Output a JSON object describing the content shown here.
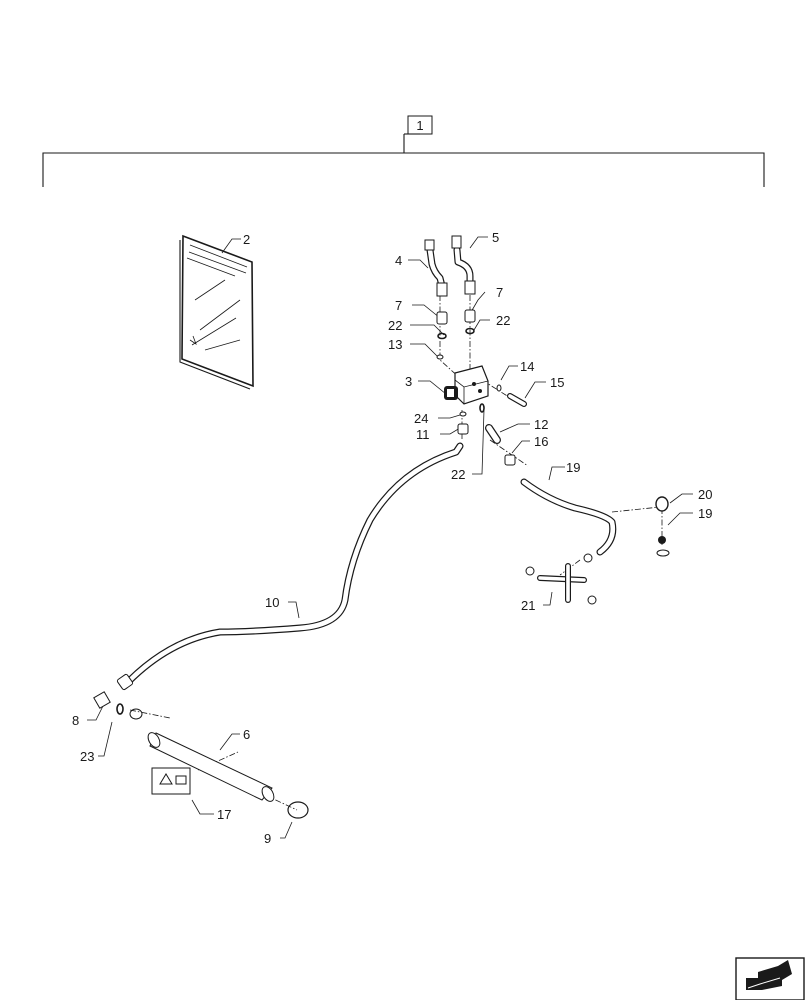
{
  "diagram": {
    "kit_callout": "1",
    "callouts": [
      {
        "id": "c2",
        "text": "2"
      },
      {
        "id": "c4",
        "text": "4"
      },
      {
        "id": "c5",
        "text": "5"
      },
      {
        "id": "c7a",
        "text": "7"
      },
      {
        "id": "c7b",
        "text": "7"
      },
      {
        "id": "c22a",
        "text": "22"
      },
      {
        "id": "c22b",
        "text": "22"
      },
      {
        "id": "c13",
        "text": "13"
      },
      {
        "id": "c3",
        "text": "3"
      },
      {
        "id": "c14",
        "text": "14"
      },
      {
        "id": "c15",
        "text": "15"
      },
      {
        "id": "c24",
        "text": "24"
      },
      {
        "id": "c11",
        "text": "11"
      },
      {
        "id": "c12",
        "text": "12"
      },
      {
        "id": "c16",
        "text": "16"
      },
      {
        "id": "c22c",
        "text": "22"
      },
      {
        "id": "c19a",
        "text": "19"
      },
      {
        "id": "c20",
        "text": "20"
      },
      {
        "id": "c19b",
        "text": "19"
      },
      {
        "id": "c21",
        "text": "21"
      },
      {
        "id": "c10",
        "text": "10"
      },
      {
        "id": "c8",
        "text": "8"
      },
      {
        "id": "c23",
        "text": "23"
      },
      {
        "id": "c6",
        "text": "6"
      },
      {
        "id": "c17",
        "text": "17"
      },
      {
        "id": "c9",
        "text": "9"
      }
    ]
  },
  "icons": {
    "nav_arrow": "next-page-arrow-icon"
  }
}
